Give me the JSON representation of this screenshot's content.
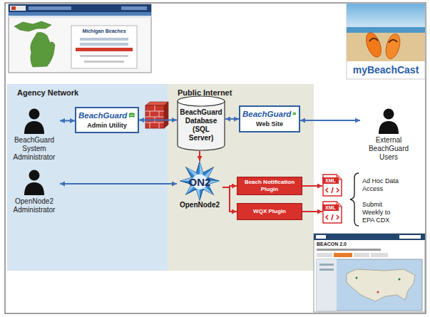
{
  "diagram": {
    "nodes": [
      {
        "text": [
          "Agency Network"
        ]
      },
      {
        "text": [
          "Public Internet"
        ]
      },
      {
        "text": [
          "BeachGuard System Administrator"
        ],
        "in": 0
      },
      {
        "text": [
          "BeachGuard",
          "Admin Utility"
        ],
        "in": 0
      },
      {
        "text": [
          "OpenNode2 Administrator"
        ],
        "in": 0
      },
      {
        "text": [
          "BeachGuard Database (SQL Server)"
        ],
        "in": 1
      },
      {
        "text": [
          "BeachGuard",
          "Web Site"
        ],
        "in": 1
      },
      {
        "text": [
          "ON2",
          "OpenNode2"
        ],
        "in": 1
      },
      {
        "text": [
          "Beach Notification Plugin"
        ],
        "in": 1
      },
      {
        "text": [
          "WQX Plugin"
        ],
        "in": 1
      },
      {
        "text": [
          "External BeachGuard Users"
        ]
      },
      {
        "text": [
          "XML"
        ]
      },
      {
        "text": [
          "XML"
        ]
      }
    ],
    "edges": [
      {
        "from": 2,
        "to": 3,
        "arrow": "both"
      },
      {
        "from": 3,
        "to": 5,
        "arrow": "both"
      },
      {
        "from": 5,
        "to": 6,
        "arrow": "both"
      },
      {
        "from": 6,
        "to": 10,
        "arrow": "both"
      },
      {
        "from": 5,
        "to": 7,
        "arrow": "to"
      },
      {
        "from": 4,
        "to": 7,
        "arrow": "both"
      },
      {
        "from": 7,
        "to": 8,
        "arrow": "to"
      },
      {
        "from": 7,
        "to": 9,
        "arrow": "to"
      },
      {
        "from": 8,
        "to": 11,
        "arrow": "to"
      },
      {
        "from": 9,
        "to": 12,
        "arrow": "to"
      }
    ],
    "labels": [
      "Michigan Beaches",
      "myBeachCast",
      "Ad Hoc Data Access",
      "Submit Weekly to EPA CDX",
      "BEACON 2.0"
    ]
  }
}
